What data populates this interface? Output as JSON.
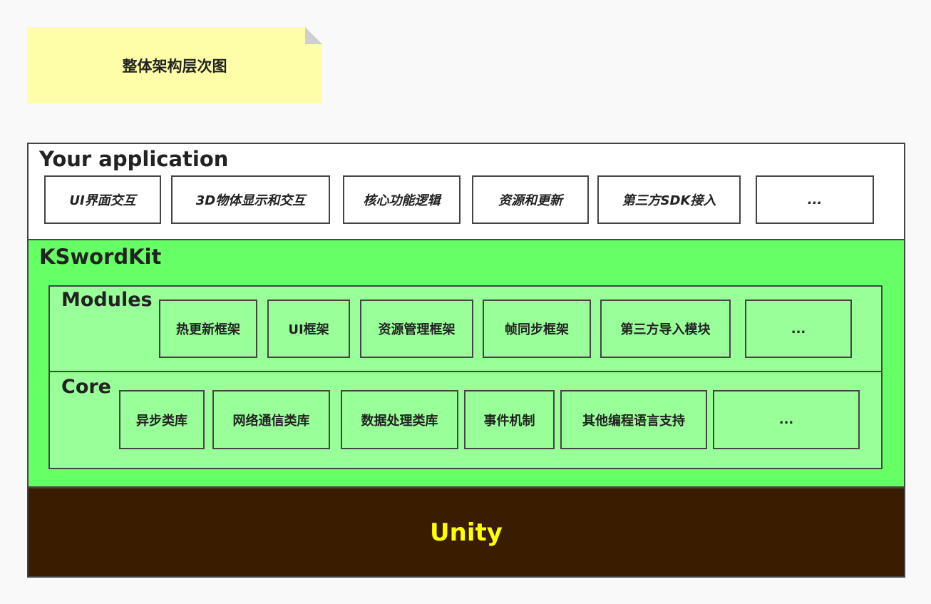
{
  "note": {
    "title": "整体架构层次图"
  },
  "layers": {
    "application": {
      "title": "Your application",
      "items": [
        "UI界面交互",
        "3D物体显示和交互",
        "核心功能逻辑",
        "资源和更新",
        "第三方SDK接入",
        "..."
      ]
    },
    "kswordkit": {
      "title": "KSwordKit",
      "modules": {
        "title": "Modules",
        "items": [
          "热更新框架",
          "UI框架",
          "资源管理框架",
          "帧同步框架",
          "第三方导入模块",
          "..."
        ]
      },
      "core": {
        "title": "Core",
        "items": [
          "异步类库",
          "网络通信类库",
          "数据处理类库",
          "事件机制",
          "其他编程语言支持",
          "..."
        ]
      }
    },
    "unity": {
      "title": "Unity"
    }
  },
  "colors": {
    "note_bg": "#fefea8",
    "application_bg": "#ffffff",
    "kswordkit_bg": "#66ff66",
    "sub_panel_bg": "#99ff99",
    "unity_bg": "#3a1c00",
    "unity_text": "#ffff00"
  }
}
